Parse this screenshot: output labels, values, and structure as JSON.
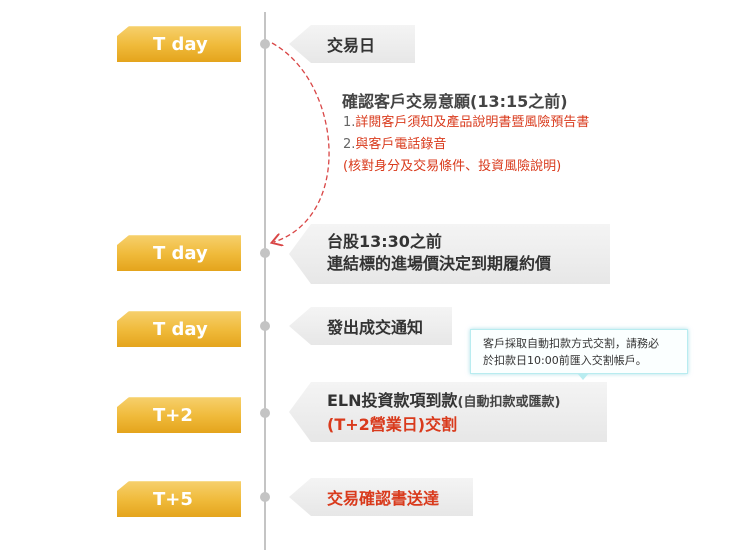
{
  "timeline": [
    {
      "day": "T day",
      "text": "交易日"
    },
    {
      "day": "T day",
      "text_line1": "台股13:30之前",
      "text_line2": "連結標的進場價決定到期履約價"
    },
    {
      "day": "T day",
      "text": "發出成交通知"
    },
    {
      "day": "T+2",
      "text_main": "ELN投資款項到款",
      "text_sub": "(自動扣款或匯款)",
      "text_red": "(T+2營業日)交割"
    },
    {
      "day": "T+5",
      "text": "交易確認書送達"
    }
  ],
  "confirm": {
    "title": "確認客戶交易意願(13:15之前)",
    "line1_prefix": "1.",
    "line1": "詳閱客戶須知及產品說明書暨風險預告書",
    "line2_prefix": "2.",
    "line2": "與客戶電話錄音",
    "line3": "(核對身分及交易條件、投資風險說明)"
  },
  "tooltip": {
    "line1": "客戶採取自動扣款方式交割，請務必",
    "line2": "於扣款日10:00前匯入交割帳戶。"
  },
  "colors": {
    "tag_yellow": "#f0bb3c",
    "accent_red": "#d93a1c",
    "spine": "#c4c4c4",
    "tooltip_border": "#b8ecf0"
  }
}
